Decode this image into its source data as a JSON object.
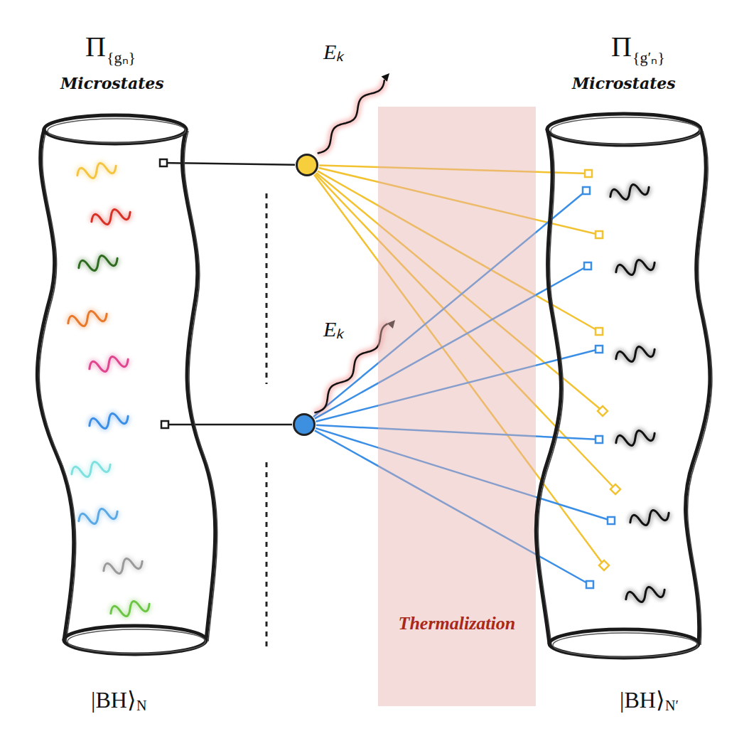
{
  "diagram": {
    "nodes": [
      {
        "text": [
          "Π",
          "{gₙ}",
          "Microstates",
          "|BH⟩",
          "N"
        ]
      },
      {
        "text": [
          "Eₖ"
        ]
      },
      {
        "text": [
          "Eₖ"
        ]
      },
      {
        "text": [
          "Thermalization"
        ]
      },
      {
        "text": [
          "Π",
          "{g′ₙ}",
          "Microstates",
          "|BH⟩",
          "N′"
        ]
      }
    ],
    "edges": [
      {
        "from": 0,
        "to": 1,
        "arrow": "none"
      },
      {
        "from": 0,
        "to": 2,
        "arrow": "none"
      },
      {
        "from": 1,
        "to": 4,
        "arrow": "none"
      },
      {
        "from": 1,
        "to": 4,
        "arrow": "none"
      },
      {
        "from": 1,
        "to": 4,
        "arrow": "none"
      },
      {
        "from": 1,
        "to": 4,
        "arrow": "none"
      },
      {
        "from": 1,
        "to": 4,
        "arrow": "none"
      },
      {
        "from": 1,
        "to": 4,
        "arrow": "none"
      },
      {
        "from": 2,
        "to": 4,
        "arrow": "none"
      },
      {
        "from": 2,
        "to": 4,
        "arrow": "none"
      },
      {
        "from": 2,
        "to": 4,
        "arrow": "none"
      },
      {
        "from": 2,
        "to": 4,
        "arrow": "none"
      },
      {
        "from": 2,
        "to": 4,
        "arrow": "none"
      },
      {
        "from": 2,
        "to": 4,
        "arrow": "none"
      }
    ]
  }
}
